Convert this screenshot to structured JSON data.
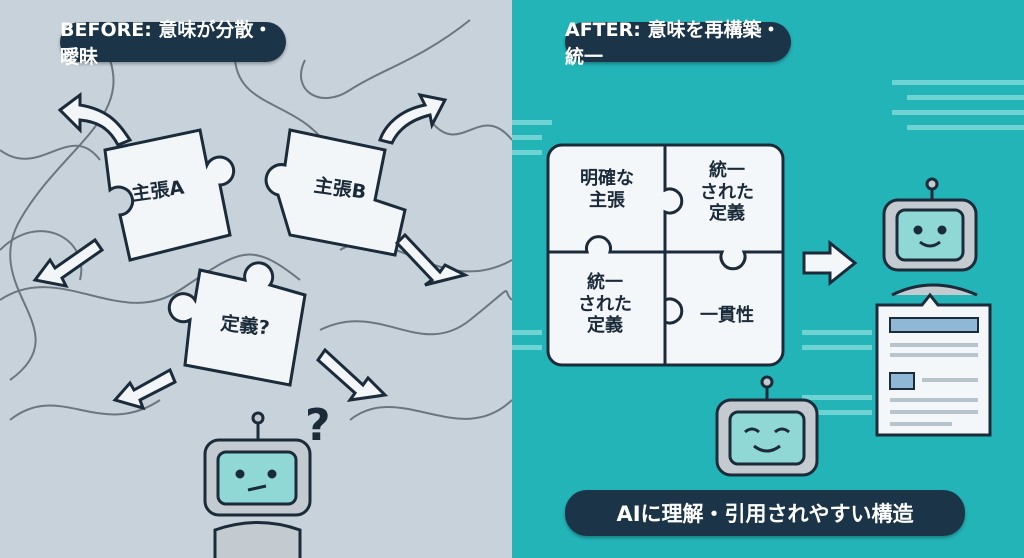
{
  "before": {
    "title": "BEFORE: 意味が分散・曖昧",
    "pieces": [
      "主張A",
      "主張B",
      "定義?"
    ],
    "question": "?"
  },
  "after": {
    "title": "AFTER: 意味を再構築・統一",
    "puzzle": [
      "明確な\n主張",
      "統一\nされた\n定義",
      "統一\nされた\n定義",
      "一貫性"
    ],
    "caption": "AIに理解・引用されやすい構造"
  },
  "colors": {
    "before_bg": "#c8d2da",
    "after_bg": "#23b4b8",
    "pill": "#1b3448",
    "robot_screen": "#8fd8d6"
  }
}
